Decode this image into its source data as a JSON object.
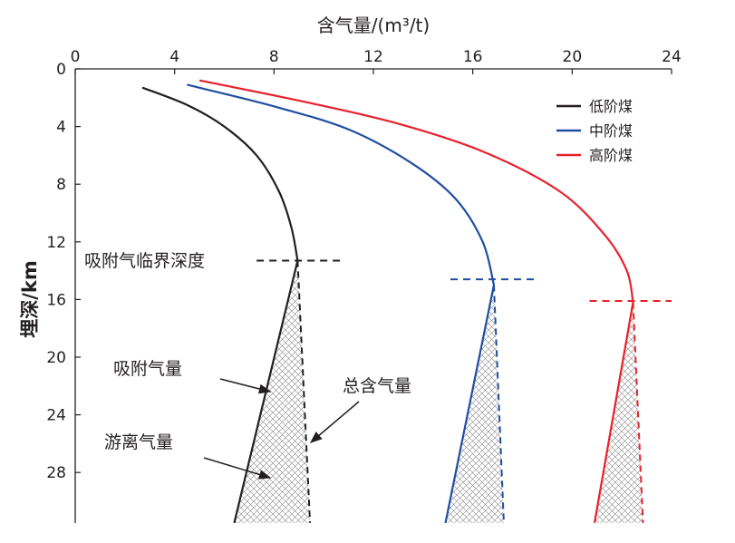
{
  "chart_data": {
    "type": "line",
    "title": "",
    "xlabel": "含气量/(m³/t)",
    "ylabel": "埋深/km",
    "x_axis_position": "top",
    "y_axis_inverted": true,
    "xlim": [
      0,
      24
    ],
    "ylim": [
      0,
      31.5
    ],
    "xticks": [
      "0",
      "4",
      "8",
      "12",
      "16",
      "20",
      "24"
    ],
    "xtick_values": [
      0,
      4,
      8,
      12,
      16,
      20,
      24
    ],
    "yticks": [
      "0",
      "4",
      "8",
      "12",
      "16",
      "20",
      "24",
      "28"
    ],
    "ytick_values": [
      0,
      4,
      8,
      12,
      16,
      20,
      24,
      28
    ],
    "grid": false,
    "legend_position": "top-right",
    "series": [
      {
        "name": "低阶煤",
        "color": "#231f20",
        "adsorbed": [
          [
            2.7,
            1.3
          ],
          [
            4.5,
            2.5
          ],
          [
            6.0,
            4.0
          ],
          [
            7.3,
            6.0
          ],
          [
            8.2,
            8.5
          ],
          [
            8.7,
            11.0
          ],
          [
            8.95,
            13.3
          ],
          [
            6.4,
            31.5
          ]
        ],
        "total": [
          [
            8.95,
            13.3
          ],
          [
            9.45,
            31.5
          ]
        ],
        "critical_depth": 13.3,
        "critical_line_x": [
          7.3,
          10.7
        ]
      },
      {
        "name": "中阶煤",
        "color": "#1f4ea1",
        "adsorbed": [
          [
            4.5,
            1.1
          ],
          [
            8.0,
            2.6
          ],
          [
            11.0,
            4.2
          ],
          [
            13.5,
            6.5
          ],
          [
            15.3,
            9.0
          ],
          [
            16.4,
            12.0
          ],
          [
            16.85,
            15.0
          ],
          [
            14.9,
            31.5
          ]
        ],
        "total": [
          [
            16.85,
            15.0
          ],
          [
            17.25,
            31.5
          ]
        ],
        "critical_depth": 14.6,
        "critical_line_x": [
          15.1,
          18.6
        ]
      },
      {
        "name": "高阶煤",
        "color": "#e8212b",
        "adsorbed": [
          [
            5.0,
            0.8
          ],
          [
            9.0,
            2.2
          ],
          [
            13.0,
            3.8
          ],
          [
            16.5,
            5.8
          ],
          [
            19.5,
            8.5
          ],
          [
            21.3,
            11.5
          ],
          [
            22.2,
            14.0
          ],
          [
            22.45,
            16.2
          ],
          [
            20.9,
            31.5
          ]
        ],
        "total": [
          [
            22.45,
            16.2
          ],
          [
            22.85,
            31.5
          ]
        ],
        "critical_depth": 16.1,
        "critical_line_x": [
          20.7,
          24.0
        ]
      }
    ],
    "annotations": {
      "critical_depth": "吸附气临界深度",
      "adsorbed_gas": "吸附气量",
      "total_gas": "总含气量",
      "free_gas": "游离气量"
    }
  }
}
